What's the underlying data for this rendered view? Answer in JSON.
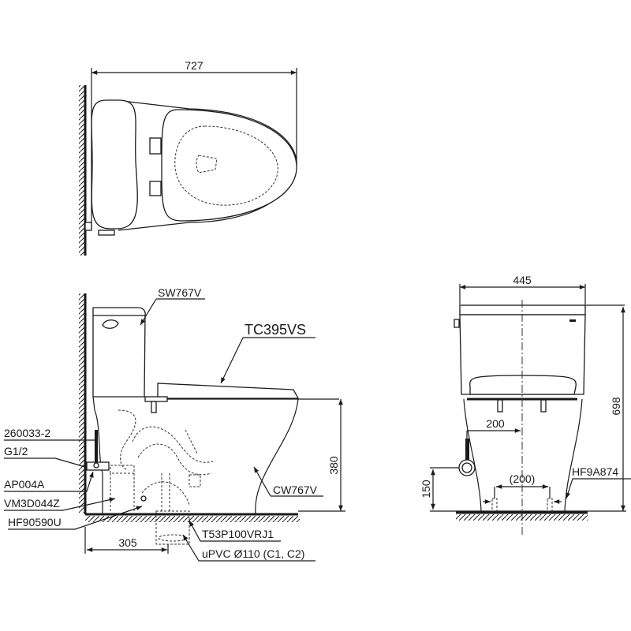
{
  "diagram": {
    "title": "TOTO two-piece toilet technical drawing",
    "colors": {
      "line": "#1a1a1a",
      "background": "#ffffff"
    },
    "views": {
      "top_view": {
        "dimensions": {
          "overall_depth": "727"
        }
      },
      "side_view": {
        "callouts": {
          "tank": "SW767V",
          "seat": "TC395VS",
          "bowl": "CW767V",
          "supply_hose": "260033-2",
          "thread": "G1/2",
          "angle_valve": "AP004A",
          "inlet_part": "VM3D044Z",
          "floor_fixing": "HF90590U",
          "drain_adapter": "T53P100VRJ1",
          "drain_pipe": "uPVC Ø110 (C1, C2)"
        },
        "dimensions": {
          "bowl_height": "380",
          "rough_in": "305"
        }
      },
      "front_view": {
        "callouts": {
          "fixing_bolt": "HF9A874"
        },
        "dimensions": {
          "width": "445",
          "total_height": "698",
          "supply_offset": "200",
          "bolt_spacing": "(200)",
          "supply_height": "150"
        }
      }
    }
  }
}
